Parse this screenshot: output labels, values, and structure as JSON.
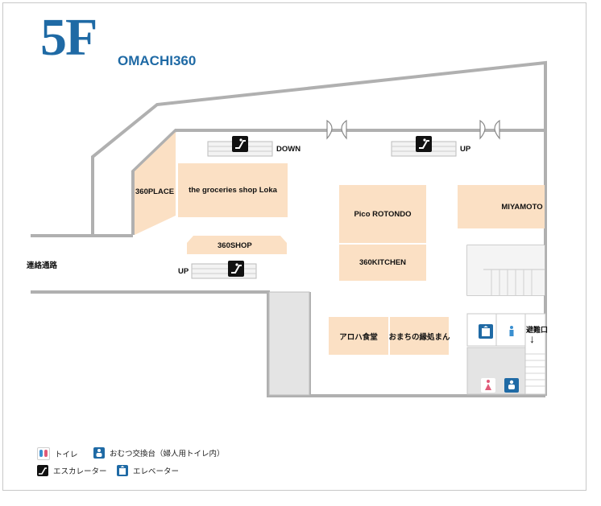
{
  "header": {
    "floor": "5F",
    "building": "OMACHI360"
  },
  "shops": [
    {
      "name": "360PLACE"
    },
    {
      "name": "the groceries shop Loka"
    },
    {
      "name": "360SHOP"
    },
    {
      "name": "Pico ROTONDO"
    },
    {
      "name": "360KITCHEN"
    },
    {
      "name": "MIYAMOTO"
    },
    {
      "name": "アロハ食堂"
    },
    {
      "name": "おまちの縁処まん"
    }
  ],
  "labels": {
    "down": "DOWN",
    "up1": "UP",
    "up2": "UP",
    "corridor": "連絡通路",
    "evacuation": "避難口"
  },
  "legend": {
    "toilet": "トイレ",
    "diaper": "おむつ交換台（婦人用トイレ内）",
    "escalator": "エスカレーター",
    "elevator": "エレベーター"
  },
  "colors": {
    "accent": "#1f6aa5",
    "shop_fill": "#fbe0c4",
    "wall": "#b0b0b0"
  }
}
